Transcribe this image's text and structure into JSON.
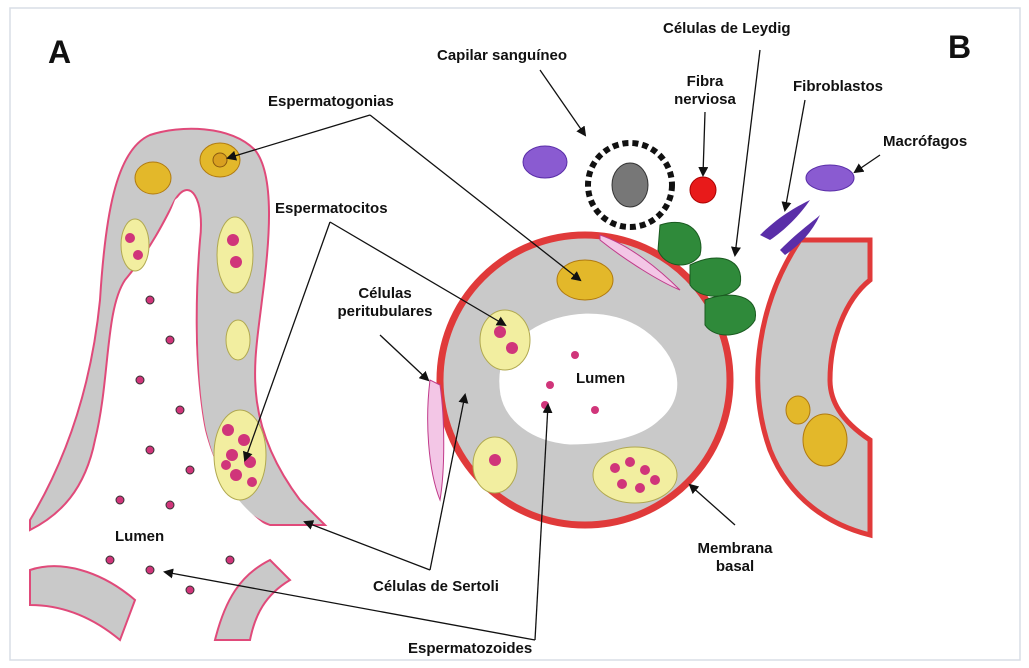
{
  "panels": {
    "a": "A",
    "b": "B"
  },
  "labels": {
    "espermatogonias": "Espermatogonias",
    "espermatocitos": "Espermatocitos",
    "celulas_peritubulares_1": "Células",
    "celulas_peritubulares_2": "peritubulares",
    "lumen_a": "Lumen",
    "lumen_b": "Lumen",
    "celulas_sertoli": "Células de Sertoli",
    "espermatozoides": "Espermatozoides",
    "capilar": "Capilar sanguíneo",
    "leydig": "Células de Leydig",
    "fibra_1": "Fibra",
    "fibra_2": "nerviosa",
    "fibroblastos": "Fibroblastos",
    "macrofagos": "Macrófagos",
    "membrana_1": "Membrana",
    "membrana_2": "basal"
  },
  "colors": {
    "tissue": "#c9c9c9",
    "membrane": "#e03a3a",
    "spermatogonia": "#e3b82a",
    "spermatocyte": "#f2eea0",
    "sperm": "#d0357a",
    "leydig": "#2f8a3a",
    "fibroblast": "#5a2ea8",
    "macrophage": "#8a5bd1"
  }
}
